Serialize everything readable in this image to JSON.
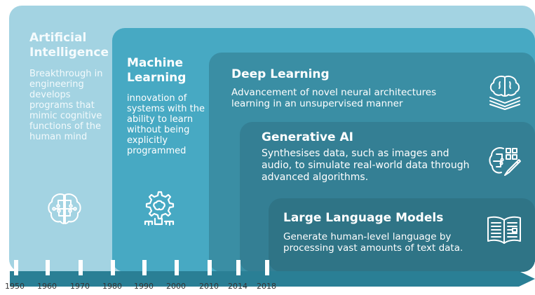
{
  "eras": {
    "ai": {
      "title": "Artificial Intelligence",
      "desc": "Breakthrough in engineering develops programs that mimic cognitive functions of the human mind",
      "icon": "brain-circuit-icon"
    },
    "ml": {
      "title": "Machine Learning",
      "desc": "innovation of systems with the ability to learn without being explicitly programmed",
      "icon": "gear-brain-icon"
    },
    "dl": {
      "title": "Deep Learning",
      "desc": "Advancement of novel neural architectures learning in an unsupervised manner",
      "icon": "layered-brain-icon"
    },
    "gen": {
      "title": "Generative AI",
      "desc": "Synthesises data, such as images and audio, to simulate real-world data through advanced algorithms.",
      "icon": "circuit-pencil-icon"
    },
    "llm": {
      "title": "Large Language Models",
      "desc": "Generate human-level language by processing vast amounts of text data.",
      "icon": "open-book-icon"
    }
  },
  "timeline": {
    "years": [
      "1950",
      "1960",
      "1970",
      "1980",
      "1990",
      "2000",
      "2010",
      "2014",
      "2018"
    ]
  },
  "colors": {
    "ai": "#a3d3e2",
    "ml": "#47a9c3",
    "dl": "#3a8ea4",
    "gen": "#347f94",
    "llm": "#2f7486",
    "timeline": "#2a7f95"
  }
}
